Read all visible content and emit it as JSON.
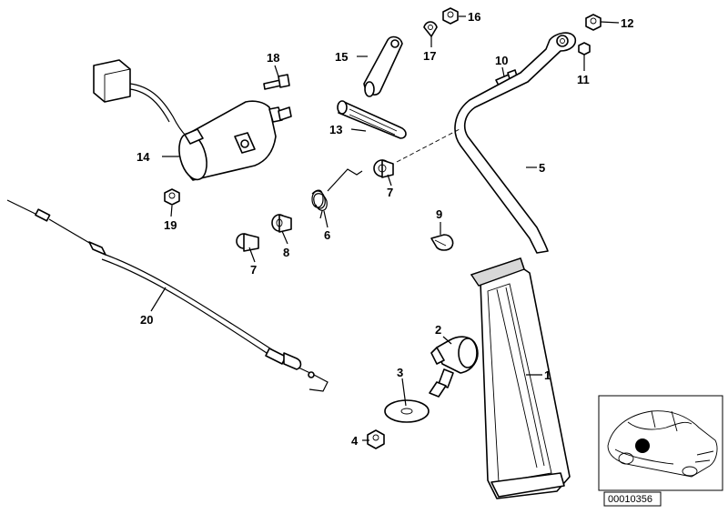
{
  "diagram": {
    "callouts": [
      {
        "id": "p1",
        "text": "1"
      },
      {
        "id": "p2",
        "text": "2"
      },
      {
        "id": "p3",
        "text": "3"
      },
      {
        "id": "p4",
        "text": "4"
      },
      {
        "id": "p5",
        "text": "5"
      },
      {
        "id": "p6",
        "text": "6"
      },
      {
        "id": "p7a",
        "text": "7"
      },
      {
        "id": "p7b",
        "text": "7"
      },
      {
        "id": "p8",
        "text": "8"
      },
      {
        "id": "p9",
        "text": "9"
      },
      {
        "id": "p10",
        "text": "10"
      },
      {
        "id": "p11",
        "text": "11"
      },
      {
        "id": "p12",
        "text": "12"
      },
      {
        "id": "p13",
        "text": "13"
      },
      {
        "id": "p14",
        "text": "14"
      },
      {
        "id": "p15",
        "text": "15"
      },
      {
        "id": "p16",
        "text": "16"
      },
      {
        "id": "p17",
        "text": "17"
      },
      {
        "id": "p18",
        "text": "18"
      },
      {
        "id": "p19",
        "text": "19"
      },
      {
        "id": "p20",
        "text": "20"
      }
    ],
    "reference_number": "00010356"
  }
}
